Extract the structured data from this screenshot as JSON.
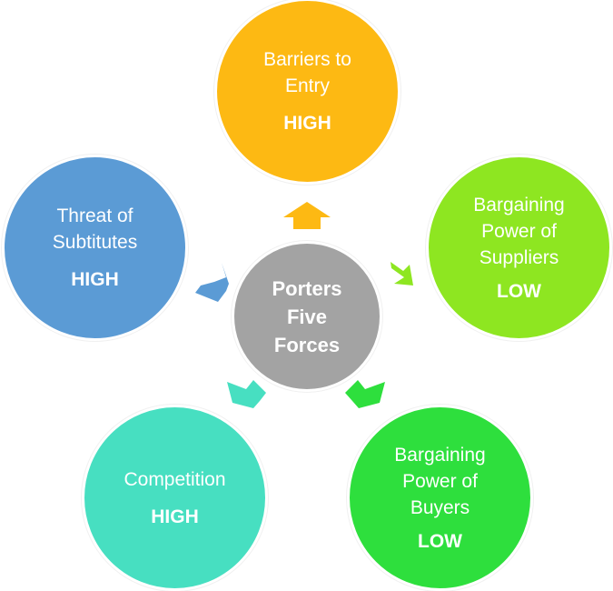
{
  "center": {
    "label": "Porters\nFive\nForces",
    "color": "#a3a3a3"
  },
  "forces": [
    {
      "id": "barriers",
      "label": "Barriers to\nEntry",
      "rating": "HIGH",
      "color": "#fdb913"
    },
    {
      "id": "suppliers",
      "label": "Bargaining\nPower of\nSuppliers",
      "rating": "LOW",
      "color": "#8ee621"
    },
    {
      "id": "buyers",
      "label": "Bargaining\nPower of\nBuyers",
      "rating": "LOW",
      "color": "#2edf3d"
    },
    {
      "id": "competition",
      "label": "Competition",
      "rating": "HIGH",
      "color": "#47dfc1"
    },
    {
      "id": "substitutes",
      "label": "Threat of\nSubtitutes",
      "rating": "HIGH",
      "color": "#5b9bd5"
    }
  ]
}
